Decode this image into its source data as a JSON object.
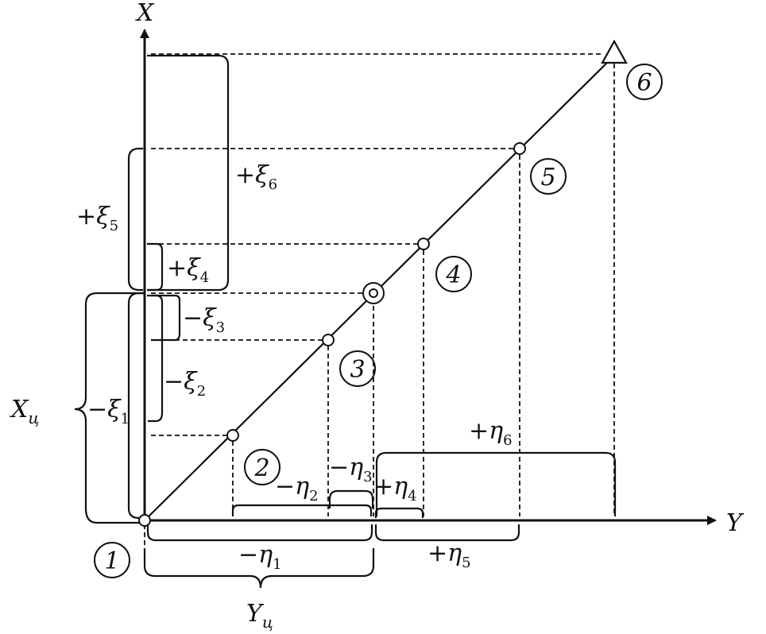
{
  "axes": {
    "x_label": "X",
    "y_label": "Y"
  },
  "points": [
    {
      "label": "1"
    },
    {
      "label": "2"
    },
    {
      "label": "3"
    },
    {
      "label": "4"
    },
    {
      "label": "5"
    },
    {
      "label": "6"
    }
  ],
  "center_labels": {
    "xc_main": "X",
    "xc_sub": "ц",
    "yc_main": "Y",
    "yc_sub": "ц"
  },
  "xi_labels": [
    {
      "sign": "−",
      "main": "ξ",
      "sub": "1"
    },
    {
      "sign": "−",
      "main": "ξ",
      "sub": "2"
    },
    {
      "sign": "−",
      "main": "ξ",
      "sub": "3"
    },
    {
      "sign": "+",
      "main": "ξ",
      "sub": "4"
    },
    {
      "sign": "+",
      "main": "ξ",
      "sub": "5"
    },
    {
      "sign": "+",
      "main": "ξ",
      "sub": "6"
    }
  ],
  "eta_labels": [
    {
      "sign": "−",
      "main": "η",
      "sub": "1"
    },
    {
      "sign": "−",
      "main": "η",
      "sub": "2"
    },
    {
      "sign": "−",
      "main": "η",
      "sub": "3"
    },
    {
      "sign": "+",
      "main": "η",
      "sub": "4"
    },
    {
      "sign": "+",
      "main": "η",
      "sub": "5"
    },
    {
      "sign": "+",
      "main": "η",
      "sub": "6"
    }
  ]
}
